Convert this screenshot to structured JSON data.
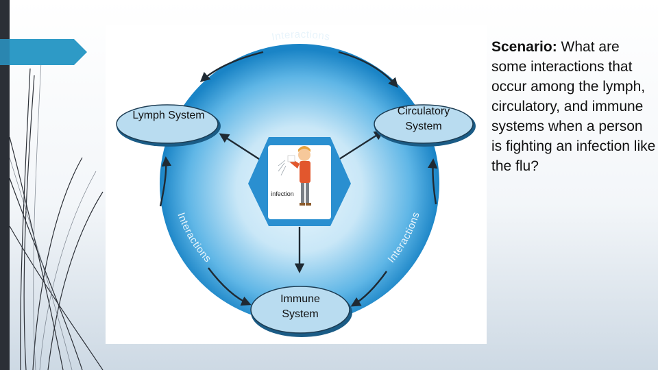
{
  "slide": {
    "accent_color": "#2e9ac6",
    "left_bar_color": "#2b2f36",
    "diagram": {
      "nodes": {
        "lymph": "Lymph System",
        "circulatory_line1": "Circulatory",
        "circulatory_line2": "System",
        "immune_line1": "Immune",
        "immune_line2": "System"
      },
      "arc_labels": {
        "top": "Interactions",
        "left": "Interactions",
        "right": "Interactions"
      },
      "center_label": "infection",
      "colors": {
        "ring_outer": "#1c86c8",
        "ring_inner": "#d8eefa",
        "node_fill": "#b9dcf0",
        "arrow": "#1f2a33"
      }
    },
    "scenario": {
      "lead": "Scenario:",
      "text": " What are some interactions that occur among the lymph, circulatory, and immune systems when a person is fighting an infection like the flu?"
    }
  }
}
